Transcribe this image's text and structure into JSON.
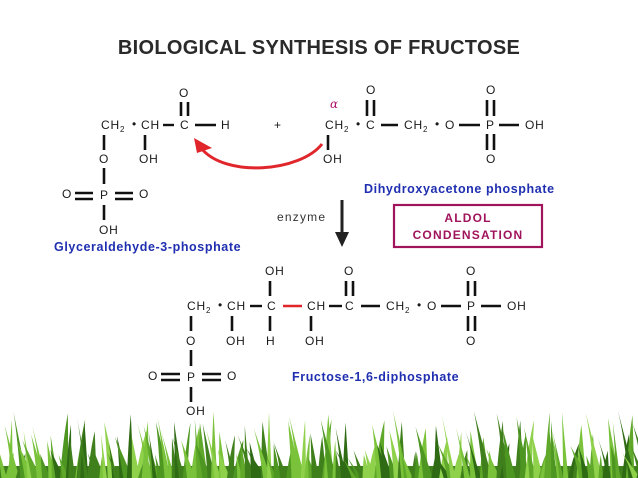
{
  "title": "BIOLOGICAL SYNTHESIS OF FRUCTOSE",
  "atoms": {
    "O": "O",
    "C": "C",
    "H": "H",
    "P": "P",
    "OH": "OH",
    "CH2": "CH",
    "sub2": "2",
    "CH": "CH",
    "dot": "•",
    "plus": "+",
    "alpha": "α"
  },
  "labels": {
    "g3p": "Glyceraldehyde-3-phosphate",
    "dhap": "Dihydroxyacetone phosphate",
    "f16dp": "Fructose-1,6-diphosphate",
    "enzyme": "enzyme",
    "aldol_line1": "ALDOL",
    "aldol_line2": "CONDENSATION"
  },
  "colors": {
    "label_blue": "#1f2fb0",
    "arrow_red": "#e0262b",
    "aldol_magenta": "#a0145c",
    "grass_green": "#5fa82a"
  }
}
